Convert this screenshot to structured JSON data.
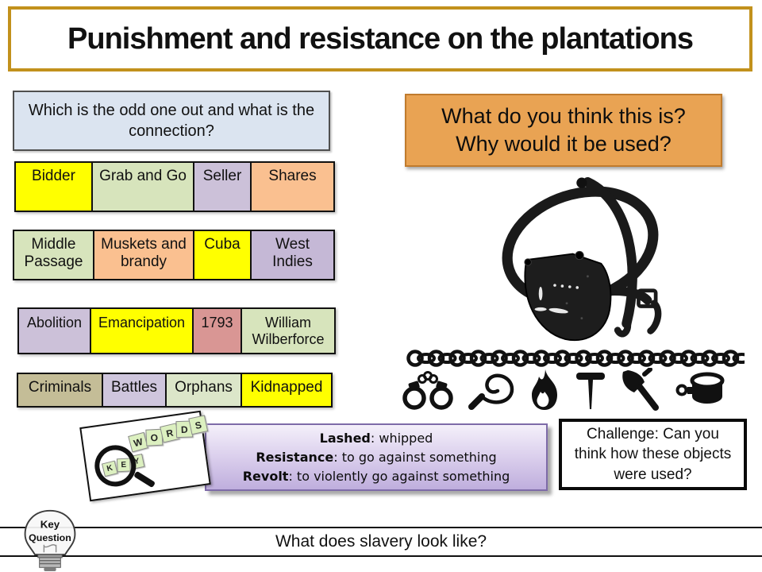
{
  "title": "Punishment and resistance on the plantations",
  "colors": {
    "title_border": "#c2911c",
    "prompt_bg": "#dbe4f0",
    "question_bg": "#e9a353",
    "definitions_border": "#7e6ba8",
    "yellow": "#FFFF00",
    "green": "#D7E4BC",
    "purple": "#CCC1D9",
    "orange": "#FAC090",
    "pink": "#D99694",
    "tan": "#C4BD97"
  },
  "odd_one_out": {
    "prompt": "Which is the odd one out and what is the connection?"
  },
  "word_rows": [
    {
      "cells": [
        {
          "text": "Bidder",
          "bg": "#FFFF00"
        },
        {
          "text": "Grab and Go",
          "bg": "#D7E4BC"
        },
        {
          "text": "Seller",
          "bg": "#CCC1D9"
        },
        {
          "text": "Shares",
          "bg": "#FAC090"
        }
      ]
    },
    {
      "cells": [
        {
          "text": "Middle Passage",
          "bg": "#D7E4BC"
        },
        {
          "text": "Muskets and brandy",
          "bg": "#FAC090"
        },
        {
          "text": "Cuba",
          "bg": "#FFFF00"
        },
        {
          "text": "West Indies",
          "bg": "#C5B8D6"
        }
      ]
    },
    {
      "cells": [
        {
          "text": "Abolition",
          "bg": "#CCC1D9"
        },
        {
          "text": "Emancipation",
          "bg": "#FFFF00"
        },
        {
          "text": "1793",
          "bg": "#D99694"
        },
        {
          "text": "William Wilberforce",
          "bg": "#D7E4BC"
        }
      ]
    },
    {
      "cells": [
        {
          "text": "Criminals",
          "bg": "#C4BD97"
        },
        {
          "text": "Battles",
          "bg": "#CFC6DD"
        },
        {
          "text": "Orphans",
          "bg": "#DCE6C9"
        },
        {
          "text": "Kidnapped",
          "bg": "#FFFF00"
        }
      ]
    }
  ],
  "question_box": {
    "line1": "What do you think this is?",
    "line2": "Why would it be used?"
  },
  "objects": {
    "icons": [
      "handcuffs",
      "whip",
      "flame",
      "branding-iron",
      "hatchet",
      "shackle-collar"
    ]
  },
  "keywords_stamp": {
    "letters": [
      "K",
      "E",
      "Y",
      "W",
      "O",
      "R",
      "D",
      "S"
    ]
  },
  "keywords": {
    "items": [
      {
        "term": "Lashed",
        "def": ": whipped"
      },
      {
        "term": "Resistance",
        "def": ": to go against something"
      },
      {
        "term": "Revolt",
        "def": ": to violently go against something"
      }
    ]
  },
  "challenge_box": {
    "text": "Challenge: Can you think how these objects were used?"
  },
  "footer": {
    "badge_line1": "Key",
    "badge_line2": "Question",
    "question": "What does slavery look like?"
  }
}
